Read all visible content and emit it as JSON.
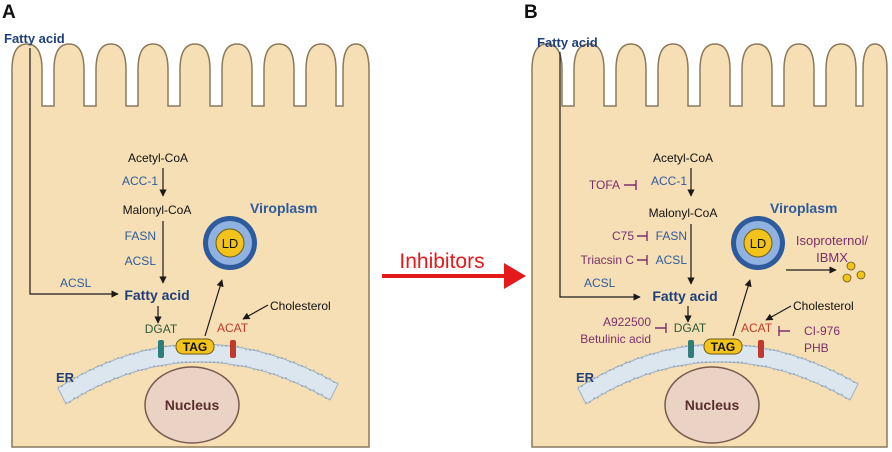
{
  "colors": {
    "cell_fill": "#f6dfb4",
    "cell_stroke": "#8c7a5c",
    "enzyme_blue": "#2d5b9c",
    "heading_blue": "#1f3f7a",
    "inhibitor_purple": "#7a2f6b",
    "acat_red": "#c0392b",
    "arrow_red": "#e3191b",
    "er_fill": "#dbe6ef",
    "nucleus_fill": "#ead2c4",
    "lipid_droplet": "#f2c31a"
  },
  "panel_a": {
    "letter": "A",
    "fatty_acid_input": "Fatty acid",
    "acetyl_coa": "Acetyl-CoA",
    "acc1": "ACC-1",
    "malonyl_coa": "Malonyl-CoA",
    "fasn": "FASN",
    "acsl_inner": "ACSL",
    "acsl_outer": "ACSL",
    "fatty_acid": "Fatty acid",
    "viroplasm": "Viroplasm",
    "ld": "LD",
    "dgat": "DGAT",
    "acat": "ACAT",
    "cholesterol": "Cholesterol",
    "tag": "TAG",
    "er": "ER",
    "nucleus": "Nucleus"
  },
  "panel_b": {
    "letter": "B",
    "fatty_acid_input": "Fatty acid",
    "acetyl_coa": "Acetyl-CoA",
    "acc1": "ACC-1",
    "tofa": "TOFA",
    "malonyl_coa": "Malonyl-CoA",
    "fasn": "FASN",
    "c75": "C75",
    "acsl_inner": "ACSL",
    "triacsin": "Triacsin C",
    "acsl_outer": "ACSL",
    "fatty_acid": "Fatty acid",
    "viroplasm": "Viroplasm",
    "ld": "LD",
    "isoproterenol": "Isoproternol/",
    "ibmx": "IBMX",
    "dgat": "DGAT",
    "a922500": "A922500",
    "betulinic": "Betulinic acid",
    "acat": "ACAT",
    "ci976": "CI-976",
    "phb": "PHB",
    "cholesterol": "Cholesterol",
    "tag": "TAG",
    "er": "ER",
    "nucleus": "Nucleus"
  },
  "inhibitors_label": "Inhibitors"
}
